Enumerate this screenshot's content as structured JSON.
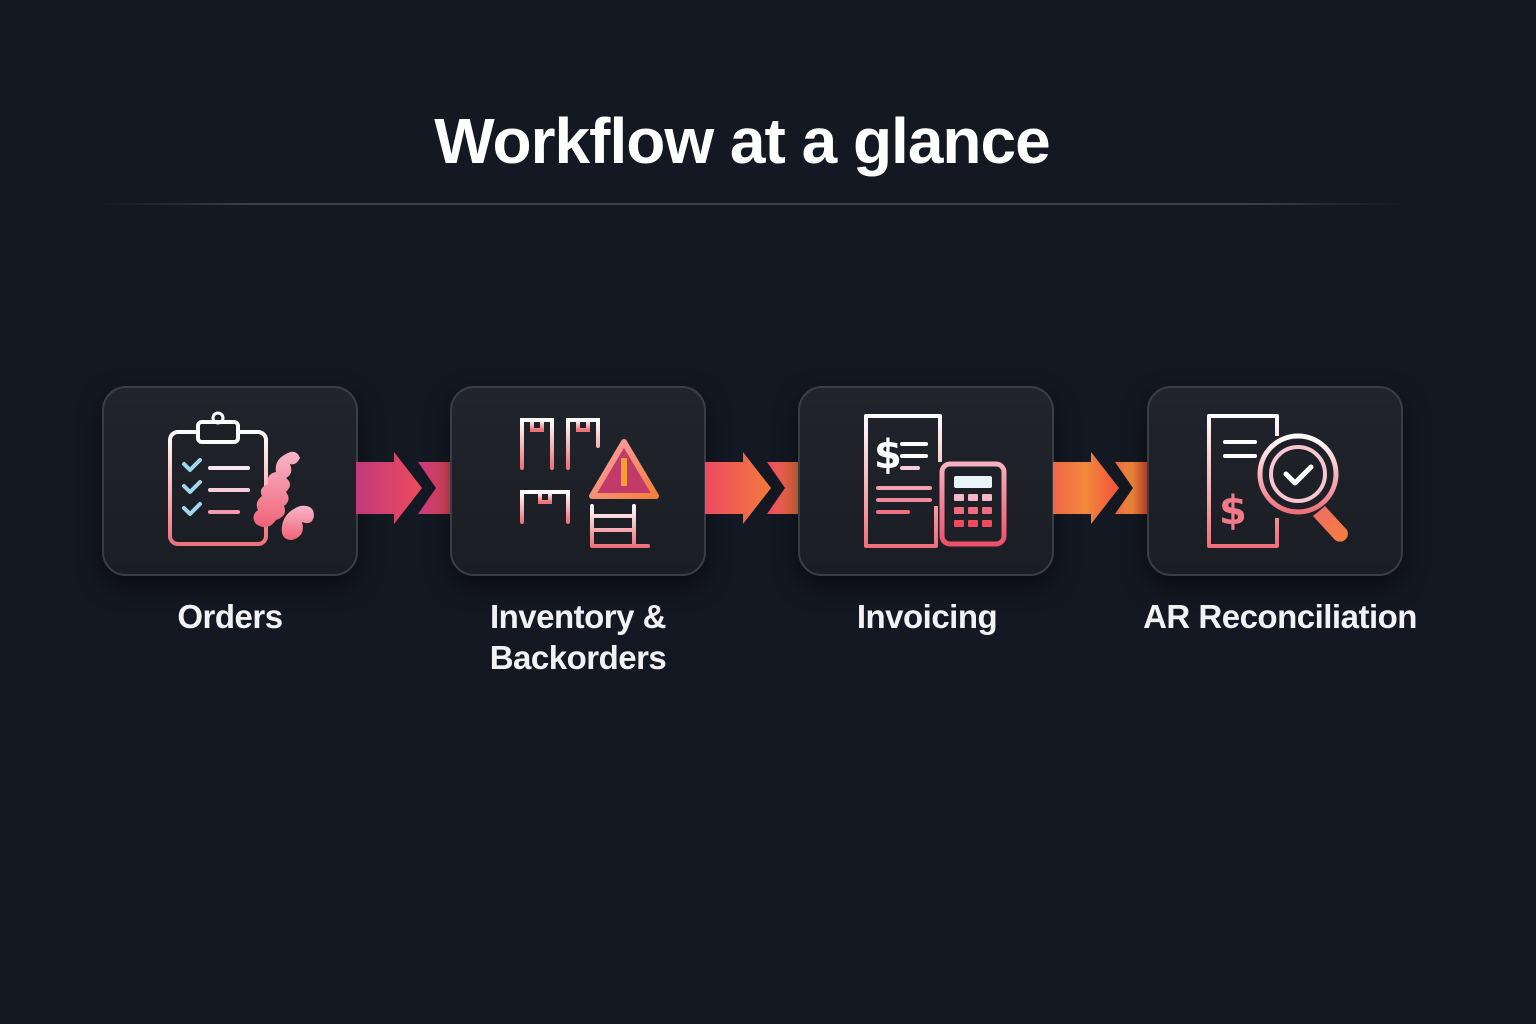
{
  "header": {
    "title": "Workflow at a glance"
  },
  "steps": [
    {
      "label": "Orders",
      "icon": "clipboard-checklist-icon"
    },
    {
      "label_line1": "Inventory &",
      "label_line2": "Backorders",
      "icon": "warehouse-shelves-warning-icon"
    },
    {
      "label": "Invoicing",
      "icon": "invoice-calculator-icon"
    },
    {
      "label": "AR Reconciliation",
      "icon": "document-magnifier-check-icon"
    }
  ],
  "connectors": [
    {
      "icon": "arrow-right-icon",
      "from": "#c23a7c",
      "to": "#ee4a5c"
    },
    {
      "icon": "arrow-right-icon",
      "from": "#ee4a62",
      "to": "#f27a3c"
    },
    {
      "icon": "arrow-right-icon",
      "from": "#f0654a",
      "to": "#f2503e"
    }
  ],
  "colors": {
    "background": "#141822",
    "card_bg": "#1e2028",
    "card_border": "#3a3c46",
    "accent_pink": "#f06a8a",
    "accent_orange": "#f5803a",
    "accent_teal": "#9fd8ee",
    "text": "#ffffff"
  }
}
